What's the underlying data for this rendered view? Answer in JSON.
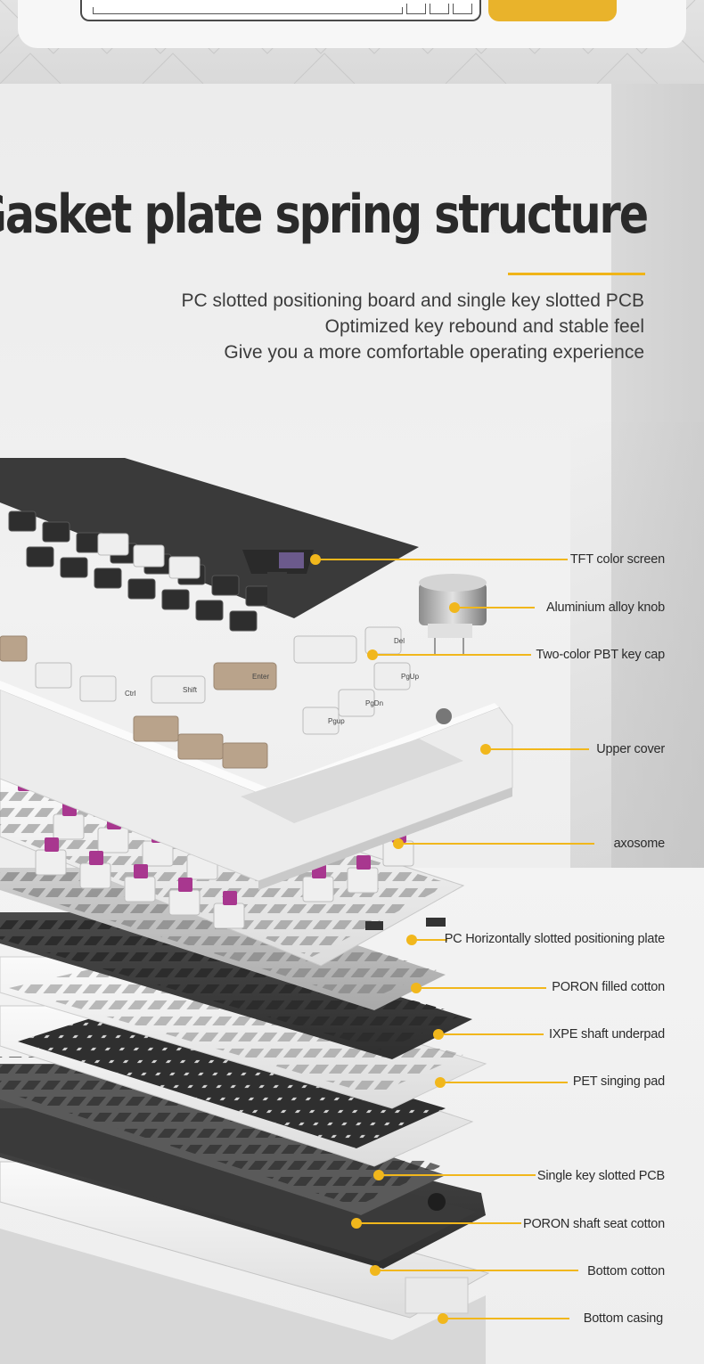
{
  "title": "Gasket plate spring structure",
  "subtitle_lines": [
    "PC slotted positioning board and single key slotted PCB",
    "Optimized key rebound and stable feel",
    "Give you a more comfortable operating experience"
  ],
  "colors": {
    "accent": "#f1b71c",
    "title": "#2a2a2a",
    "top_button": "#e9b32b"
  },
  "layers": [
    {
      "label": "TFT color screen"
    },
    {
      "label": "Aluminium alloy knob"
    },
    {
      "label": "Two-color PBT key cap"
    },
    {
      "label": "Upper cover"
    },
    {
      "label": "axosome"
    },
    {
      "label": "PC Horizontally slotted positioning plate"
    },
    {
      "label": "PORON filled cotton"
    },
    {
      "label": "IXPE shaft underpad"
    },
    {
      "label": "PET singing pad"
    },
    {
      "label": "Single key slotted PCB"
    },
    {
      "label": "PORON shaft seat cotton"
    },
    {
      "label": "Bottom cotton"
    },
    {
      "label": "Bottom casing"
    }
  ],
  "keycap_legends": [
    "Enter",
    "Shift",
    "Ctrl",
    "Del",
    "PgUp",
    "PgDn",
    "Pgup"
  ]
}
